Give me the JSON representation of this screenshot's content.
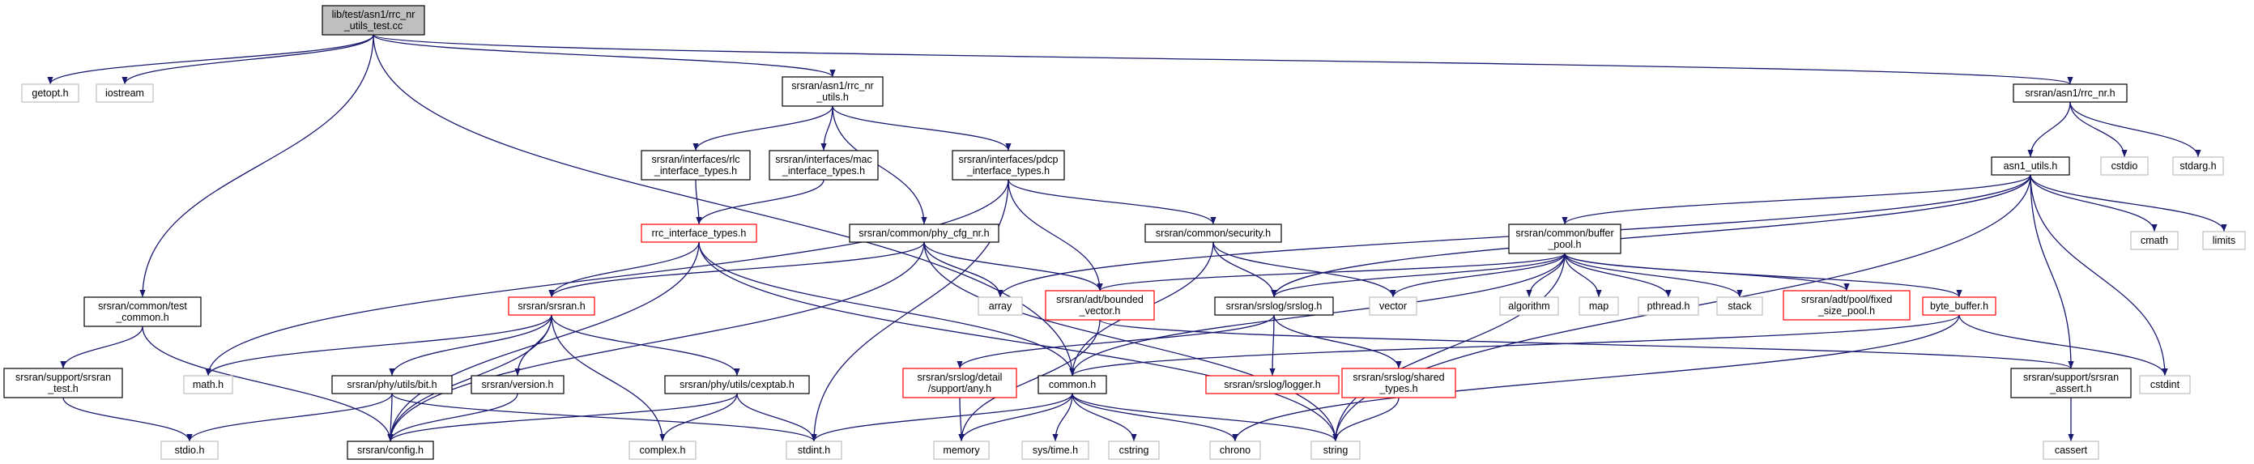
{
  "graph": {
    "style": {
      "edge_color": "#191970",
      "focus_fill": "#bfbfbf",
      "focus_border": "#000000",
      "normal_border": "#000000",
      "truncated_border": "#ff0000",
      "external_border": "#bfbfbf",
      "text_color": "#000000"
    },
    "nodes": [
      {
        "id": "rrc_nr_utils_test",
        "lines": [
          "lib/test/asn1/rrc_nr",
          "_utils_test.cc"
        ],
        "kind": "focus"
      },
      {
        "id": "getopt",
        "lines": [
          "getopt.h"
        ],
        "kind": "external"
      },
      {
        "id": "iostream",
        "lines": [
          "iostream"
        ],
        "kind": "external"
      },
      {
        "id": "rrc_nr_utils_h",
        "lines": [
          "srsran/asn1/rrc_nr",
          "_utils.h"
        ],
        "kind": "normal"
      },
      {
        "id": "rrc_nr_h",
        "lines": [
          "srsran/asn1/rrc_nr.h"
        ],
        "kind": "normal"
      },
      {
        "id": "rlc_if",
        "lines": [
          "srsran/interfaces/rlc",
          "_interface_types.h"
        ],
        "kind": "normal"
      },
      {
        "id": "mac_if",
        "lines": [
          "srsran/interfaces/mac",
          "_interface_types.h"
        ],
        "kind": "normal"
      },
      {
        "id": "pdcp_if",
        "lines": [
          "srsran/interfaces/pdcp",
          "_interface_types.h"
        ],
        "kind": "normal"
      },
      {
        "id": "asn1_utils",
        "lines": [
          "asn1_utils.h"
        ],
        "kind": "normal"
      },
      {
        "id": "cstdio",
        "lines": [
          "cstdio"
        ],
        "kind": "external"
      },
      {
        "id": "stdarg",
        "lines": [
          "stdarg.h"
        ],
        "kind": "external"
      },
      {
        "id": "rrc_if_types",
        "lines": [
          "rrc_interface_types.h"
        ],
        "kind": "truncated"
      },
      {
        "id": "phy_cfg_nr",
        "lines": [
          "srsran/common/phy_cfg_nr.h"
        ],
        "kind": "normal"
      },
      {
        "id": "security",
        "lines": [
          "srsran/common/security.h"
        ],
        "kind": "normal"
      },
      {
        "id": "buffer_pool",
        "lines": [
          "srsran/common/buffer",
          "_pool.h"
        ],
        "kind": "normal"
      },
      {
        "id": "cmath",
        "lines": [
          "cmath"
        ],
        "kind": "external"
      },
      {
        "id": "limits",
        "lines": [
          "limits"
        ],
        "kind": "external"
      },
      {
        "id": "test_common",
        "lines": [
          "srsran/common/test",
          "_common.h"
        ],
        "kind": "normal"
      },
      {
        "id": "srsran_h",
        "lines": [
          "srsran/srsran.h"
        ],
        "kind": "truncated"
      },
      {
        "id": "array",
        "lines": [
          "array"
        ],
        "kind": "external"
      },
      {
        "id": "bounded_vector",
        "lines": [
          "srsran/adt/bounded",
          "_vector.h"
        ],
        "kind": "truncated"
      },
      {
        "id": "srslog_h",
        "lines": [
          "srsran/srslog/srslog.h"
        ],
        "kind": "normal"
      },
      {
        "id": "vector",
        "lines": [
          "vector"
        ],
        "kind": "external"
      },
      {
        "id": "algorithm",
        "lines": [
          "algorithm"
        ],
        "kind": "external"
      },
      {
        "id": "map",
        "lines": [
          "map"
        ],
        "kind": "external"
      },
      {
        "id": "pthread",
        "lines": [
          "pthread.h"
        ],
        "kind": "external"
      },
      {
        "id": "stack",
        "lines": [
          "stack"
        ],
        "kind": "external"
      },
      {
        "id": "fixed_size_pool",
        "lines": [
          "srsran/adt/pool/fixed",
          "_size_pool.h"
        ],
        "kind": "truncated"
      },
      {
        "id": "byte_buffer",
        "lines": [
          "byte_buffer.h"
        ],
        "kind": "truncated"
      },
      {
        "id": "srsran_test",
        "lines": [
          "srsran/support/srsran",
          "_test.h"
        ],
        "kind": "normal"
      },
      {
        "id": "math_h",
        "lines": [
          "math.h"
        ],
        "kind": "external"
      },
      {
        "id": "bit_h",
        "lines": [
          "srsran/phy/utils/bit.h"
        ],
        "kind": "normal"
      },
      {
        "id": "version_h",
        "lines": [
          "srsran/version.h"
        ],
        "kind": "normal"
      },
      {
        "id": "cexptab",
        "lines": [
          "srsran/phy/utils/cexptab.h"
        ],
        "kind": "normal"
      },
      {
        "id": "any_h",
        "lines": [
          "srsran/srslog/detail",
          "/support/any.h"
        ],
        "kind": "truncated"
      },
      {
        "id": "common_h",
        "lines": [
          "common.h"
        ],
        "kind": "normal"
      },
      {
        "id": "logger_h",
        "lines": [
          "srsran/srslog/logger.h"
        ],
        "kind": "truncated"
      },
      {
        "id": "shared_types",
        "lines": [
          "srsran/srslog/shared",
          "_types.h"
        ],
        "kind": "truncated"
      },
      {
        "id": "srsran_assert",
        "lines": [
          "srsran/support/srsran",
          "_assert.h"
        ],
        "kind": "normal"
      },
      {
        "id": "cstdint",
        "lines": [
          "cstdint"
        ],
        "kind": "external"
      },
      {
        "id": "stdio_h",
        "lines": [
          "stdio.h"
        ],
        "kind": "external"
      },
      {
        "id": "config_h",
        "lines": [
          "srsran/config.h"
        ],
        "kind": "normal"
      },
      {
        "id": "complex_h",
        "lines": [
          "complex.h"
        ],
        "kind": "external"
      },
      {
        "id": "stdint_h",
        "lines": [
          "stdint.h"
        ],
        "kind": "external"
      },
      {
        "id": "memory",
        "lines": [
          "memory"
        ],
        "kind": "external"
      },
      {
        "id": "systime",
        "lines": [
          "sys/time.h"
        ],
        "kind": "external"
      },
      {
        "id": "cstring",
        "lines": [
          "cstring"
        ],
        "kind": "external"
      },
      {
        "id": "chrono",
        "lines": [
          "chrono"
        ],
        "kind": "external"
      },
      {
        "id": "string",
        "lines": [
          "string"
        ],
        "kind": "external"
      },
      {
        "id": "cassert",
        "lines": [
          "cassert"
        ],
        "kind": "external"
      }
    ],
    "edges": [
      [
        "rrc_nr_utils_test",
        "getopt"
      ],
      [
        "rrc_nr_utils_test",
        "iostream"
      ],
      [
        "rrc_nr_utils_test",
        "rrc_nr_utils_h"
      ],
      [
        "rrc_nr_utils_test",
        "rrc_nr_h"
      ],
      [
        "rrc_nr_utils_test",
        "test_common"
      ],
      [
        "rrc_nr_utils_test",
        "common_h"
      ],
      [
        "rrc_nr_utils_h",
        "rlc_if"
      ],
      [
        "rrc_nr_utils_h",
        "mac_if"
      ],
      [
        "rrc_nr_utils_h",
        "pdcp_if"
      ],
      [
        "rrc_nr_utils_h",
        "phy_cfg_nr"
      ],
      [
        "rrc_nr_h",
        "asn1_utils"
      ],
      [
        "rrc_nr_h",
        "cstdio"
      ],
      [
        "rrc_nr_h",
        "stdarg"
      ],
      [
        "rlc_if",
        "rrc_if_types"
      ],
      [
        "mac_if",
        "rrc_if_types"
      ],
      [
        "pdcp_if",
        "security"
      ],
      [
        "pdcp_if",
        "bounded_vector"
      ],
      [
        "pdcp_if",
        "math_h"
      ],
      [
        "pdcp_if",
        "stdint_h"
      ],
      [
        "rrc_if_types",
        "srsran_h"
      ],
      [
        "rrc_if_types",
        "config_h"
      ],
      [
        "rrc_if_types",
        "common_h"
      ],
      [
        "rrc_if_types",
        "string"
      ],
      [
        "phy_cfg_nr",
        "srsran_h"
      ],
      [
        "phy_cfg_nr",
        "array"
      ],
      [
        "phy_cfg_nr",
        "bounded_vector"
      ],
      [
        "phy_cfg_nr",
        "config_h"
      ],
      [
        "phy_cfg_nr",
        "string"
      ],
      [
        "security",
        "common_h"
      ],
      [
        "security",
        "srslog_h"
      ],
      [
        "security",
        "vector"
      ],
      [
        "asn1_utils",
        "buffer_pool"
      ],
      [
        "asn1_utils",
        "srslog_h"
      ],
      [
        "asn1_utils",
        "array"
      ],
      [
        "asn1_utils",
        "cmath"
      ],
      [
        "asn1_utils",
        "limits"
      ],
      [
        "asn1_utils",
        "srsran_assert"
      ],
      [
        "asn1_utils",
        "cstdint"
      ],
      [
        "asn1_utils",
        "string"
      ],
      [
        "buffer_pool",
        "bounded_vector"
      ],
      [
        "buffer_pool",
        "srslog_h"
      ],
      [
        "buffer_pool",
        "vector"
      ],
      [
        "buffer_pool",
        "algorithm"
      ],
      [
        "buffer_pool",
        "map"
      ],
      [
        "buffer_pool",
        "pthread"
      ],
      [
        "buffer_pool",
        "stack"
      ],
      [
        "buffer_pool",
        "fixed_size_pool"
      ],
      [
        "buffer_pool",
        "byte_buffer"
      ],
      [
        "buffer_pool",
        "common_h"
      ],
      [
        "buffer_pool",
        "string"
      ],
      [
        "byte_buffer",
        "common_h"
      ],
      [
        "byte_buffer",
        "chrono"
      ],
      [
        "byte_buffer",
        "cstdint"
      ],
      [
        "test_common",
        "srsran_test"
      ],
      [
        "test_common",
        "config_h"
      ],
      [
        "srsran_test",
        "stdio_h"
      ],
      [
        "srsran_h",
        "math_h"
      ],
      [
        "srsran_h",
        "bit_h"
      ],
      [
        "srsran_h",
        "version_h"
      ],
      [
        "srsran_h",
        "cexptab"
      ],
      [
        "srsran_h",
        "complex_h"
      ],
      [
        "srsran_h",
        "config_h"
      ],
      [
        "bit_h",
        "config_h"
      ],
      [
        "bit_h",
        "stdint_h"
      ],
      [
        "bit_h",
        "stdio_h"
      ],
      [
        "version_h",
        "config_h"
      ],
      [
        "cexptab",
        "config_h"
      ],
      [
        "cexptab",
        "complex_h"
      ],
      [
        "cexptab",
        "stdint_h"
      ],
      [
        "bounded_vector",
        "srsran_assert"
      ],
      [
        "bounded_vector",
        "memory"
      ],
      [
        "srslog_h",
        "logger_h"
      ],
      [
        "srslog_h",
        "shared_types"
      ],
      [
        "srslog_h",
        "any_h"
      ],
      [
        "shared_types",
        "string"
      ],
      [
        "any_h",
        "memory"
      ],
      [
        "common_h",
        "stdint_h"
      ],
      [
        "common_h",
        "memory"
      ],
      [
        "common_h",
        "systime"
      ],
      [
        "common_h",
        "cstring"
      ],
      [
        "common_h",
        "chrono"
      ],
      [
        "common_h",
        "string"
      ],
      [
        "srsran_assert",
        "cassert"
      ]
    ]
  }
}
